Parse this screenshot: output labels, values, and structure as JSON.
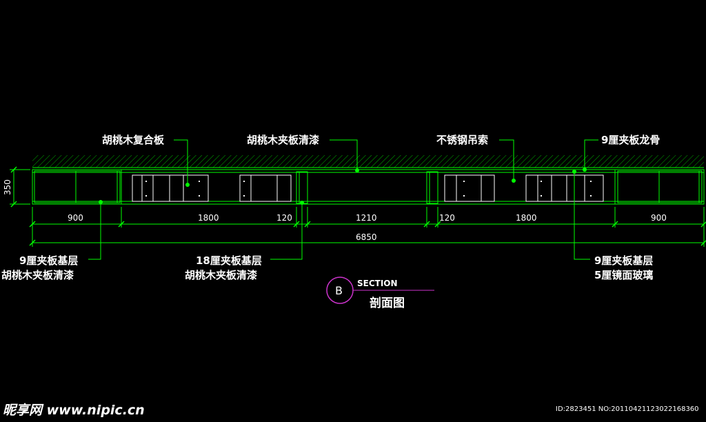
{
  "labels": {
    "walnut_composite": "胡桃木复合板",
    "walnut_ply_lacquer_top": "胡桃木夹板清漆",
    "steel_cable": "不锈钢吊索",
    "ply_9_keel": "9厘夹板龙骨",
    "left_bottom_1": "9厘夹板基层",
    "left_bottom_2": "胡桃木夹板清漆",
    "mid_bottom_1": "18厘夹板基层",
    "mid_bottom_2": "胡桃木夹板清漆",
    "right_bottom_1": "9厘夹板基层",
    "right_bottom_2": "5厘镜面玻璃"
  },
  "dimensions": {
    "height": "350",
    "segments": [
      "900",
      "1800",
      "120",
      "1210",
      "120",
      "1800",
      "900"
    ],
    "total": "6850"
  },
  "section": {
    "letter": "B",
    "tag": "SECTION",
    "title": "剖面图"
  },
  "watermark": {
    "site": "昵享网 www.nipic.cn",
    "id": "ID:2823451 NO:20110421123022168360"
  },
  "colors": {
    "background": "#000000",
    "line": "#00ff00",
    "hatch": "#00c000",
    "text": "#ffffff",
    "callout": "#cc33cc"
  }
}
